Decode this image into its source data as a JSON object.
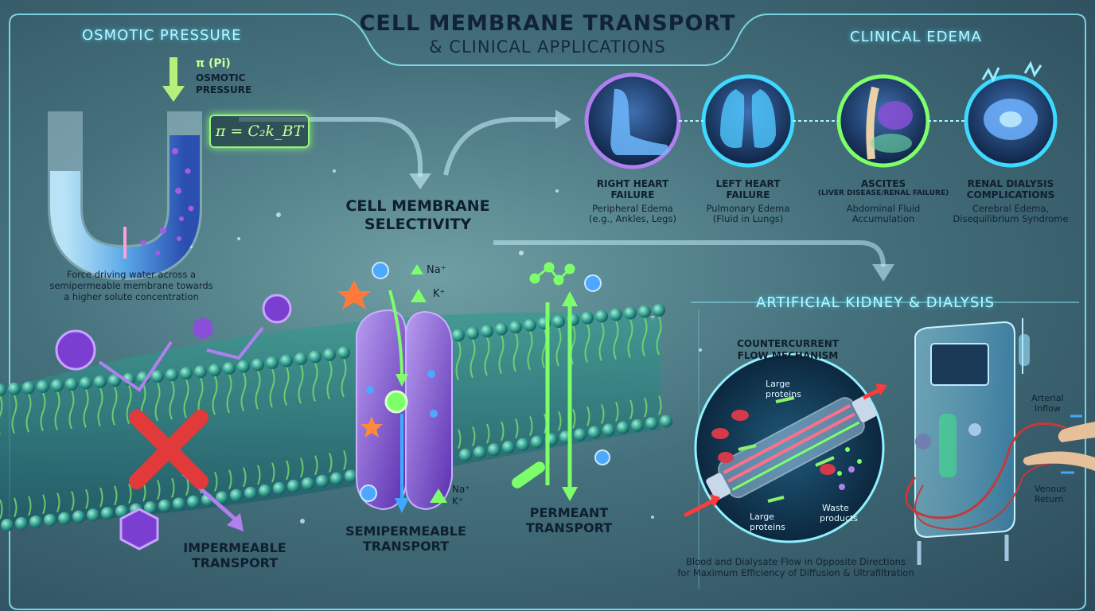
{
  "title": "CELL MEMBRANE TRANSPORT",
  "subtitle": "& CLINICAL APPLICATIONS",
  "osmotic": {
    "heading": "OSMOTIC PRESSURE",
    "pi_label": "π (Pi)",
    "pi_desc_1": "OSMOTIC",
    "pi_desc_2": "PRESSURE",
    "formula": "π = C₂k_BT",
    "desc_1": "Force driving water across a",
    "desc_2": "semipermeable membrane towards",
    "desc_3": "a higher solute concentration"
  },
  "selectivity": {
    "line1": "CELL MEMBRANE",
    "line2": "SELECTIVITY"
  },
  "ions": {
    "na": "Na⁺",
    "k": "K⁺"
  },
  "transport": {
    "impermeable_1": "IMPERMEABLE",
    "impermeable_2": "TRANSPORT",
    "semi_1": "SEMIPERMEABLE",
    "semi_2": "TRANSPORT",
    "perm_1": "PERMEANT",
    "perm_2": "TRANSPORT"
  },
  "edema": {
    "heading": "CLINICAL EDEMA",
    "items": [
      {
        "title1": "RIGHT HEART",
        "title2": "FAILURE",
        "note": "",
        "desc1": "Peripheral Edema",
        "desc2": "(e.g., Ankles, Legs)"
      },
      {
        "title1": "LEFT HEART",
        "title2": "FAILURE",
        "note": "",
        "desc1": "Pulmonary Edema",
        "desc2": "(Fluid in Lungs)"
      },
      {
        "title1": "ASCITES",
        "title2": "",
        "note": "(LIVER DISEASE/RENAL FAILURE)",
        "desc1": "Abdominal Fluid",
        "desc2": "Accumulation"
      },
      {
        "title1": "RENAL DIALYSIS",
        "title2": "COMPLICATIONS",
        "note": "",
        "desc1": "Cerebral Edema,",
        "desc2": "Disequilibrium Syndrome"
      }
    ]
  },
  "dialysis": {
    "heading": "ARTIFICIAL KIDNEY & DIALYSIS",
    "mech_1": "COUNTERCURRENT",
    "mech_2": "FLOW MECHANISM",
    "large_proteins_top_1": "Large",
    "large_proteins_top_2": "proteins",
    "large_proteins_bot_1": "Large",
    "large_proteins_bot_2": "proteins",
    "waste_1": "Waste",
    "waste_2": "products",
    "arterial_1": "Arterial",
    "arterial_2": "Inflow",
    "venous_1": "Venous",
    "venous_2": "Return",
    "caption_1": "Blood and Dialysate Flow in Opposite Directions",
    "caption_2": "for Maximum Efficiency of Diffusion & Ultrafiltration"
  },
  "colors": {
    "accent": "#3fd9ff",
    "green": "#8cf26b",
    "purple": "#8a4fd6",
    "red": "#e23a3a"
  }
}
